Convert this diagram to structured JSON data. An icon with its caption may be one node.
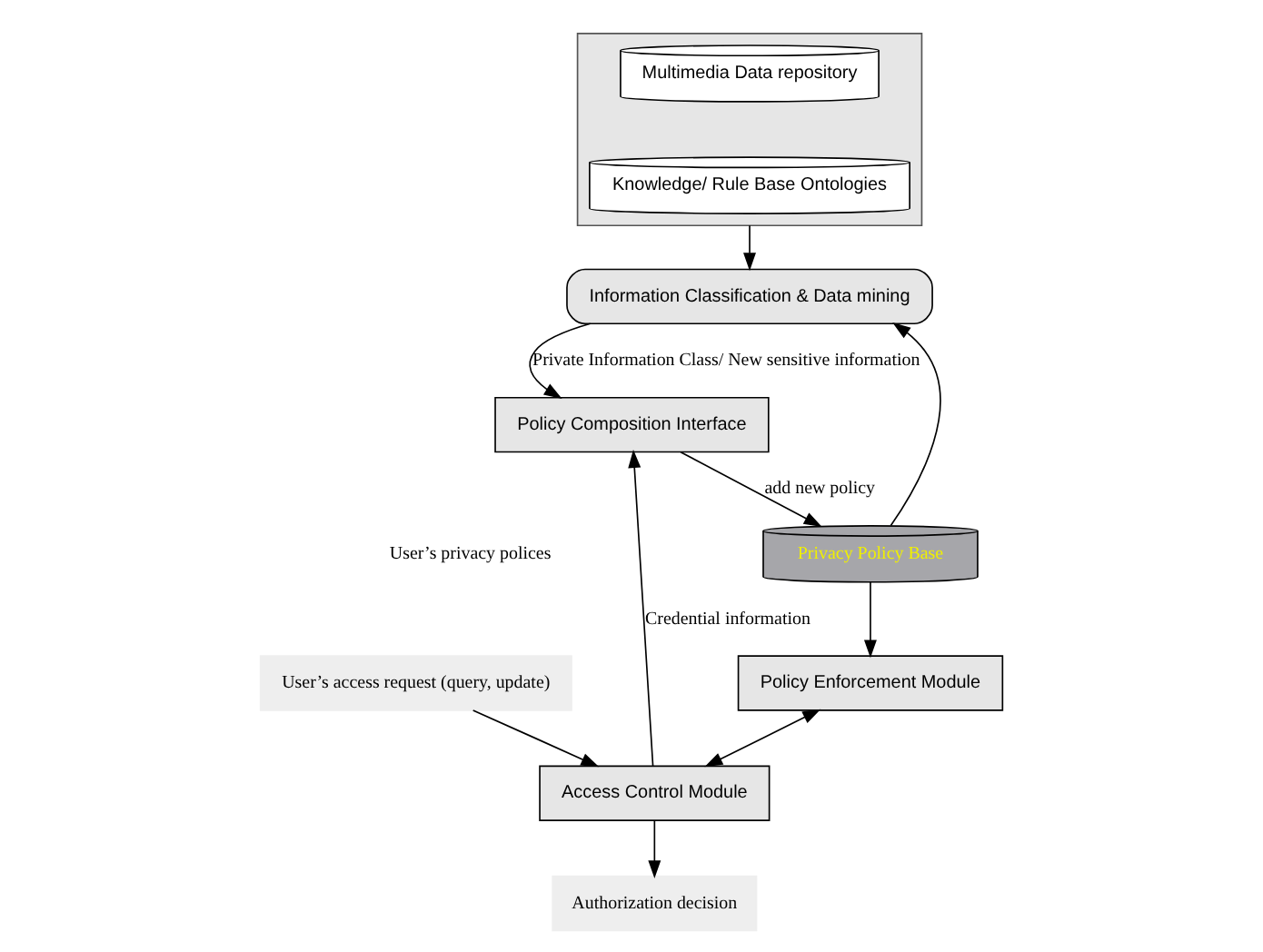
{
  "diagram": {
    "nodes": [
      {
        "text": [
          "Information Classification & Data mining"
        ]
      },
      {
        "text": [
          "Policy Composition Interface"
        ]
      },
      {
        "text": [
          "Privacy Policy Base"
        ]
      },
      {
        "text": [
          "Policy Enforcement Module"
        ]
      },
      {
        "text": [
          "Access Control Module"
        ]
      },
      {
        "text": [],
        "shape": "box"
      },
      {
        "text": [
          "Multimedia Data repository"
        ],
        "in": 5
      },
      {
        "text": [
          "Knowledge/ Rule Base Ontologies"
        ],
        "in": 5
      },
      {
        "text": [
          "User’s access request (query, update)"
        ]
      },
      {
        "text": [
          "Authorization decision"
        ]
      }
    ],
    "edges": [
      {
        "from": 2,
        "to": 0,
        "arrow": "to"
      },
      {
        "from": 5,
        "to": 0,
        "arrow": "to"
      },
      {
        "from": 0,
        "to": 1,
        "arrow": "to",
        "label": "Private Information Class/ New sensitive information"
      },
      {
        "from": 1,
        "to": 2,
        "arrow": "to",
        "label": "add new policy"
      },
      {
        "from": 2,
        "to": 3,
        "arrow": "to"
      },
      {
        "from": 3,
        "to": 4,
        "arrow": "both"
      },
      {
        "from": 4,
        "to": 1,
        "arrow": "to",
        "label": "Credential information"
      },
      {
        "from": 8,
        "to": 4,
        "arrow": "to"
      },
      {
        "from": 4,
        "to": 9,
        "arrow": "to"
      }
    ],
    "labels": [
      "User’s privacy polices"
    ]
  }
}
